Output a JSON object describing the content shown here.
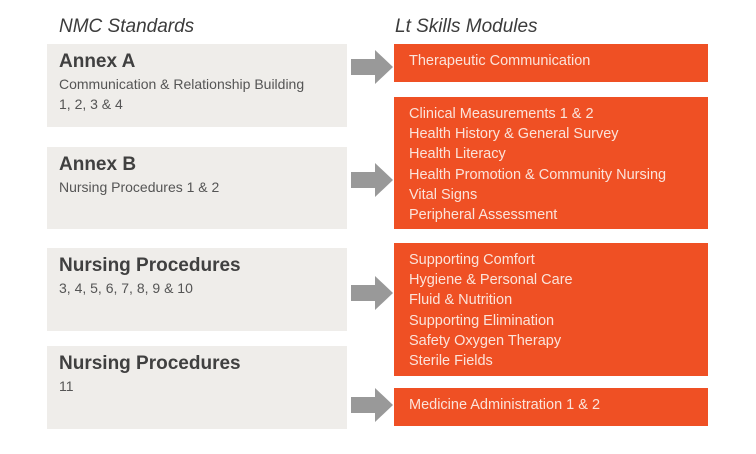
{
  "headings": {
    "left": "NMC Standards",
    "right": "Lt Skills Modules"
  },
  "colors": {
    "left_box_bg": "#efedea",
    "right_box_bg": "#ef5024",
    "arrow": "#999999"
  },
  "standards": [
    {
      "title": "Annex A",
      "lines": [
        "Communication & Relationship Building",
        "1, 2, 3 & 4"
      ]
    },
    {
      "title": "Annex B",
      "lines": [
        "Nursing Procedures 1 & 2"
      ]
    },
    {
      "title": "Nursing Procedures",
      "lines": [
        "3, 4, 5, 6, 7, 8, 9 & 10"
      ]
    },
    {
      "title": "Nursing Procedures",
      "lines": [
        "11"
      ]
    }
  ],
  "modules": [
    {
      "items": [
        "Therapeutic Communication"
      ]
    },
    {
      "items": [
        "Clinical Measurements 1 & 2",
        "Health History & General Survey",
        "Health Literacy",
        "Health Promotion & Community Nursing",
        "Vital Signs",
        "Peripheral Assessment"
      ]
    },
    {
      "items": [
        "Supporting Comfort",
        "Hygiene & Personal Care",
        "Fluid & Nutrition",
        "Supporting Elimination",
        "Safety Oxygen Therapy",
        "Sterile Fields"
      ]
    },
    {
      "items": [
        "Medicine Administration 1 & 2"
      ]
    }
  ]
}
